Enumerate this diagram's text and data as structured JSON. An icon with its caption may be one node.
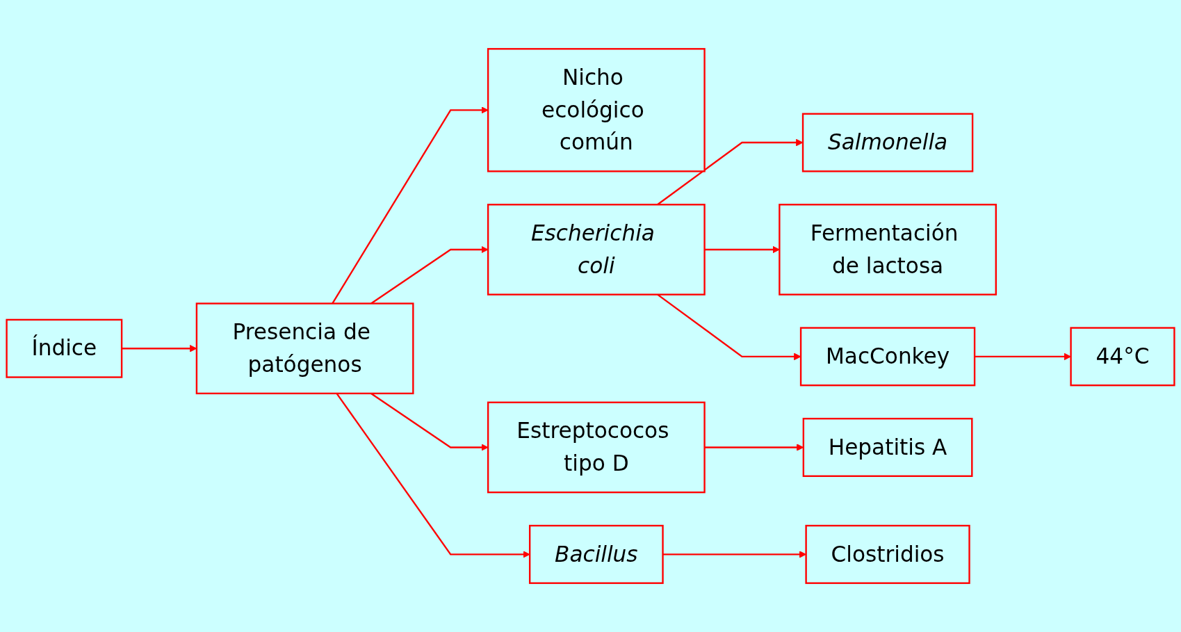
{
  "diagram": {
    "nodes": [
      {
        "text": [
          "Índice"
        ]
      },
      {
        "text": [
          "Presencia de patógenos"
        ]
      },
      {
        "text": [
          "Nicho ecológico común"
        ]
      },
      {
        "text": [
          "Escherichia coli"
        ]
      },
      {
        "text": [
          "Salmonella"
        ]
      },
      {
        "text": [
          "Fermentación de lactosa"
        ]
      },
      {
        "text": [
          "MacConkey"
        ]
      },
      {
        "text": [
          "44°C"
        ]
      },
      {
        "text": [
          "Estreptococos tipo D"
        ]
      },
      {
        "text": [
          "Hepatitis A"
        ]
      },
      {
        "text": [
          "Bacillus"
        ]
      },
      {
        "text": [
          "Clostridios"
        ]
      }
    ],
    "edges": [
      {
        "from": 0,
        "to": 1,
        "arrow": "to"
      },
      {
        "from": 1,
        "to": 2,
        "arrow": "to"
      },
      {
        "from": 1,
        "to": 3,
        "arrow": "to"
      },
      {
        "from": 1,
        "to": 8,
        "arrow": "to"
      },
      {
        "from": 1,
        "to": 10,
        "arrow": "to"
      },
      {
        "from": 3,
        "to": 4,
        "arrow": "to"
      },
      {
        "from": 3,
        "to": 5,
        "arrow": "to"
      },
      {
        "from": 3,
        "to": 6,
        "arrow": "to"
      },
      {
        "from": 6,
        "to": 7,
        "arrow": "to"
      },
      {
        "from": 8,
        "to": 9,
        "arrow": "to"
      },
      {
        "from": 10,
        "to": 11,
        "arrow": "to"
      }
    ]
  }
}
